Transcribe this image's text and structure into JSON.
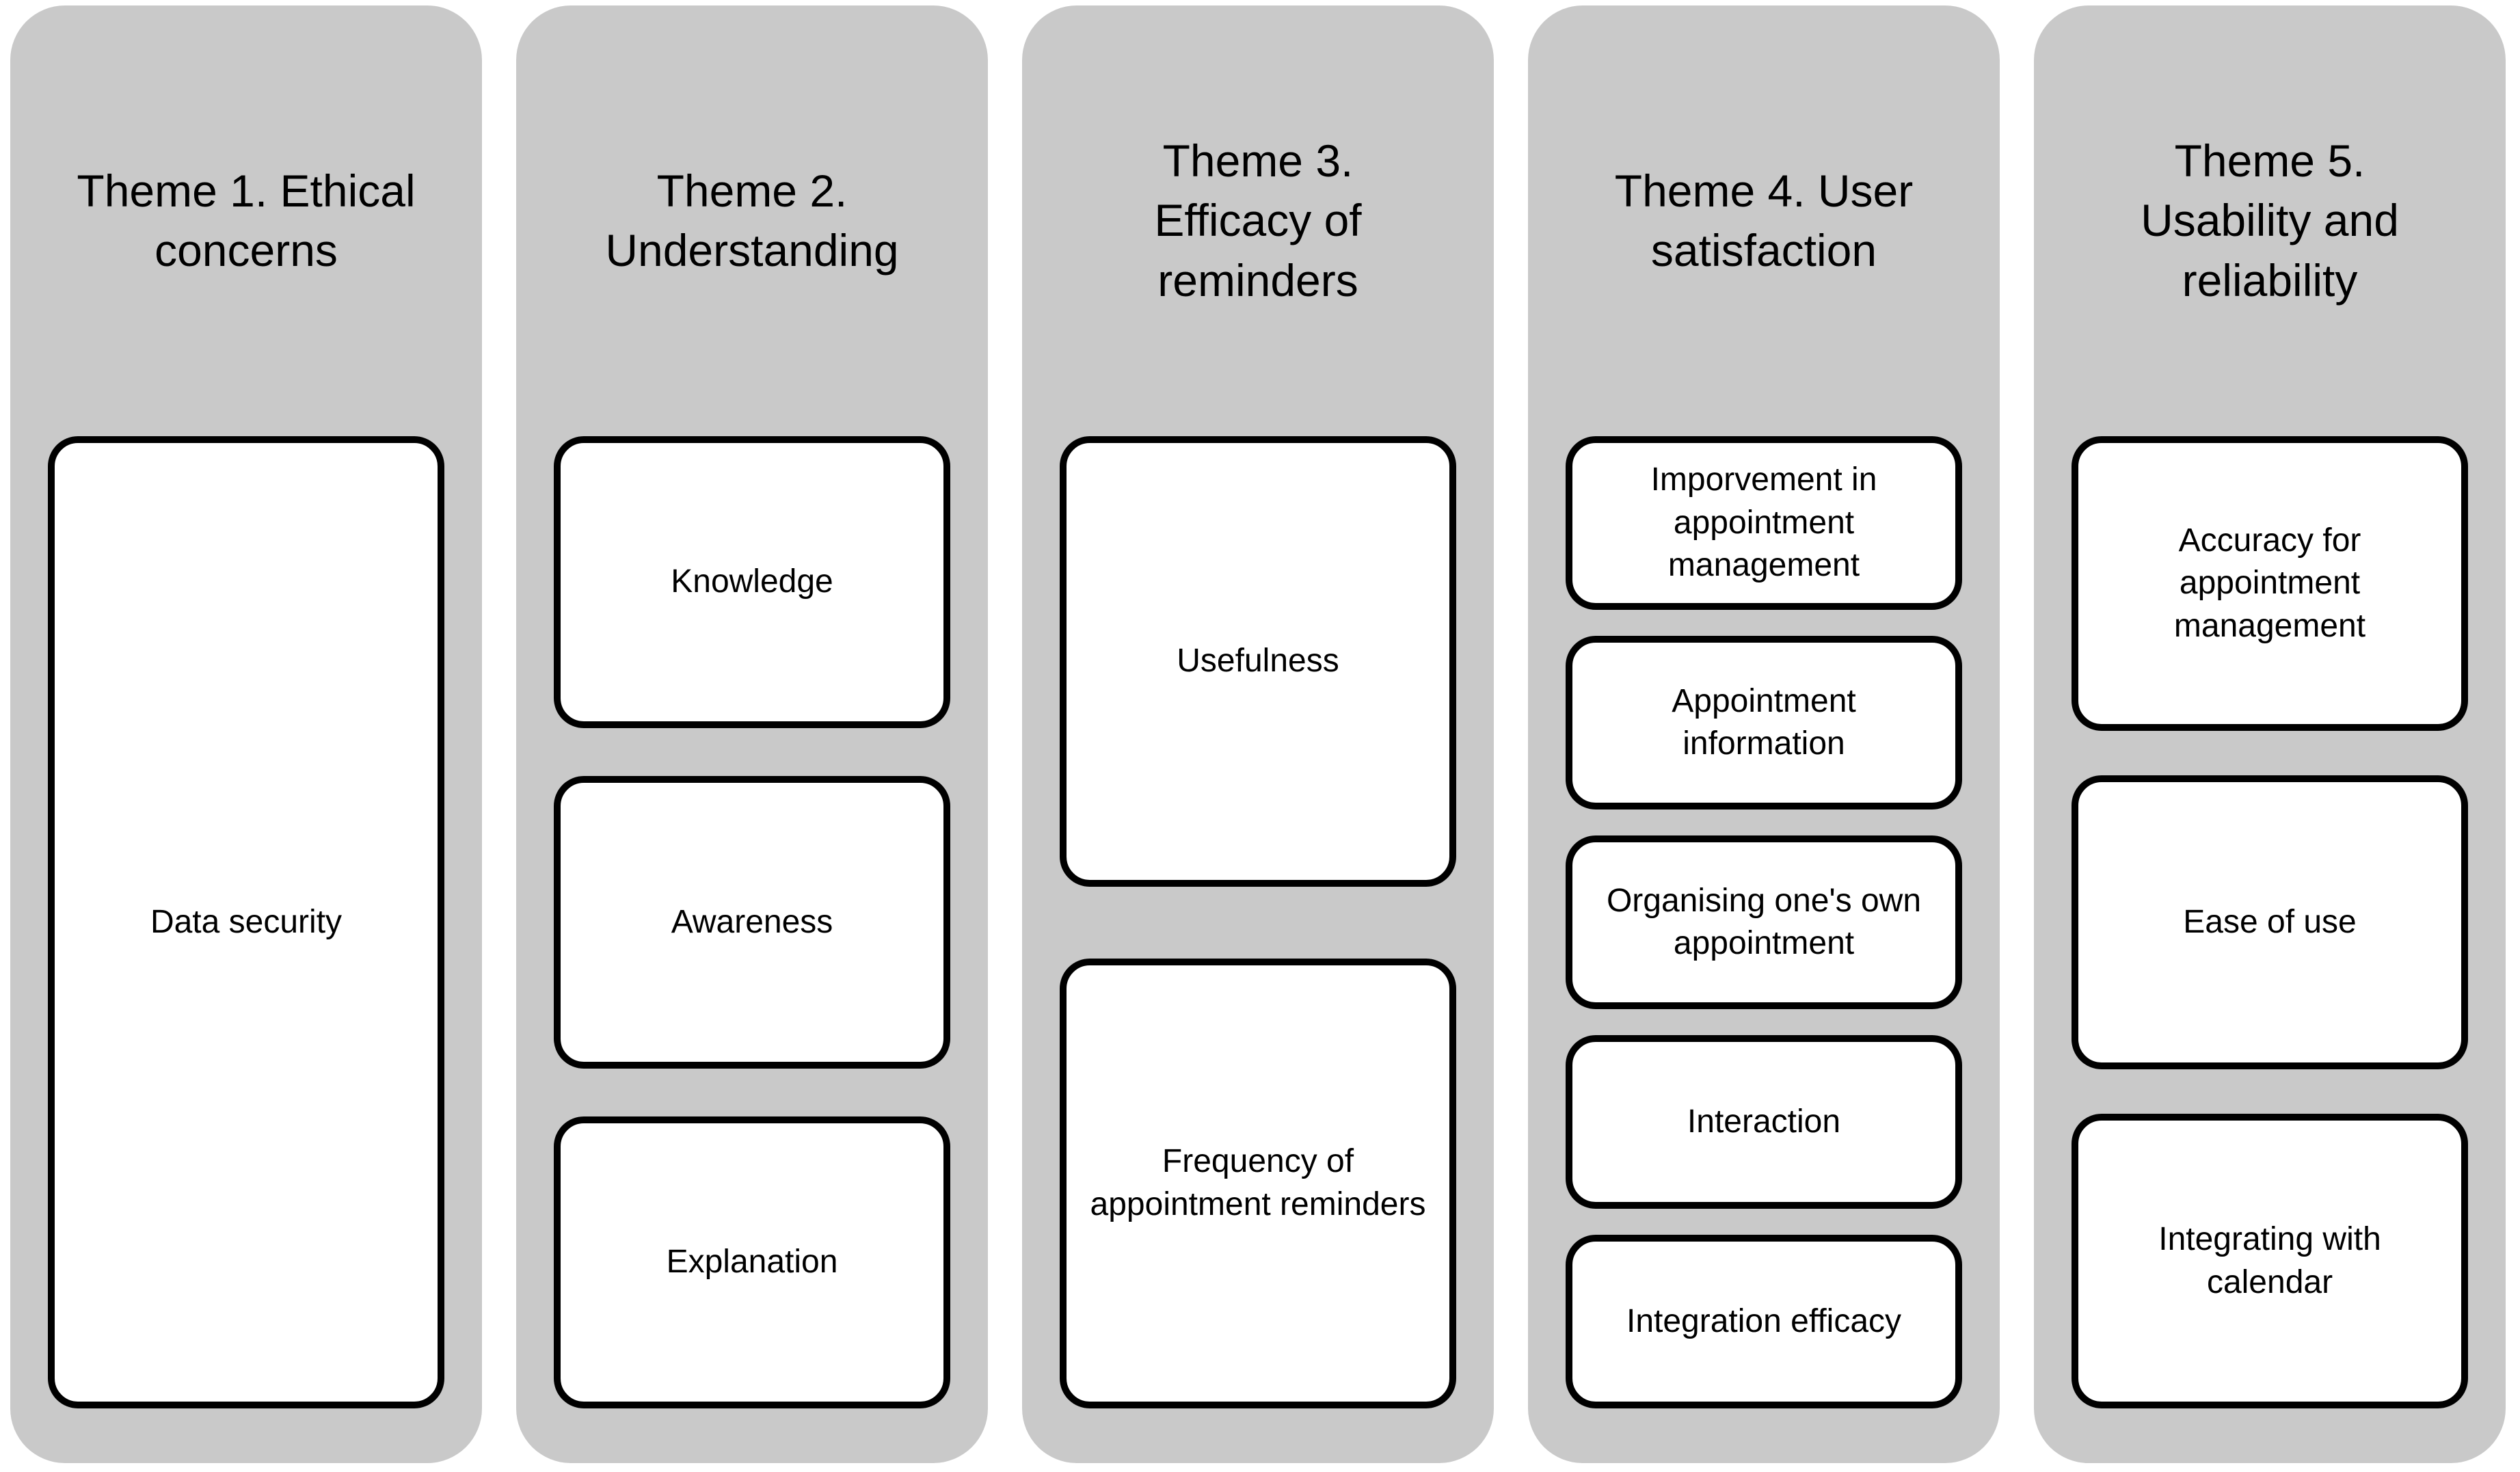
{
  "figure": {
    "type": "thematic-analysis-diagram",
    "colors": {
      "page_bg": "#ffffff",
      "column_bg": "#c9c9c9",
      "box_bg": "#ffffff",
      "box_border": "#000000",
      "text": "#000000"
    },
    "columns": [
      {
        "title": "Theme 1. Ethical concerns",
        "boxes": [
          {
            "label": "Data security"
          }
        ]
      },
      {
        "title": "Theme 2. Understanding",
        "boxes": [
          {
            "label": "Knowledge"
          },
          {
            "label": "Awareness"
          },
          {
            "label": "Explanation"
          }
        ]
      },
      {
        "title": "Theme 3. Efficacy of reminders",
        "boxes": [
          {
            "label": "Usefulness"
          },
          {
            "label": "Frequency of appointment reminders"
          }
        ]
      },
      {
        "title": "Theme 4. User satisfaction",
        "boxes": [
          {
            "label": "Imporvement in appointment management"
          },
          {
            "label": "Appointment information"
          },
          {
            "label": "Organising one's own appointment"
          },
          {
            "label": "Interaction"
          },
          {
            "label": "Integration efficacy"
          }
        ]
      },
      {
        "title": "Theme 5. Usability and reliability",
        "boxes": [
          {
            "label": "Accuracy for appointment management"
          },
          {
            "label": "Ease of use"
          },
          {
            "label": "Integrating with calendar"
          }
        ]
      }
    ]
  }
}
